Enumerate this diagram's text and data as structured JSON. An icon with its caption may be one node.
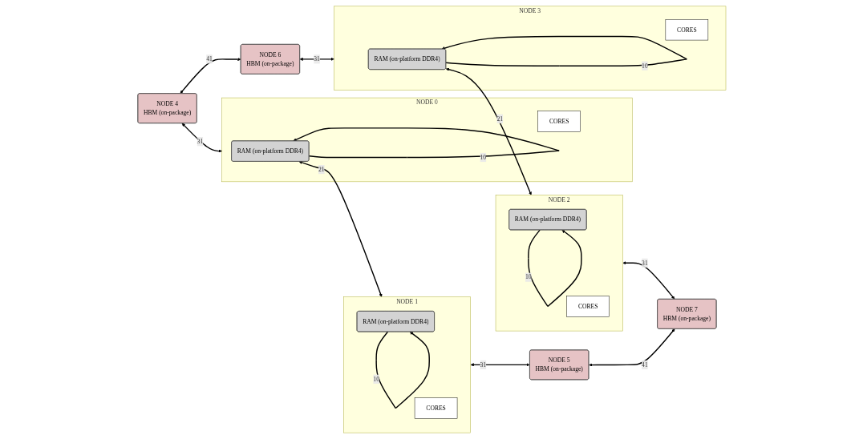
{
  "diagram": {
    "nodes": [
      {
        "text": [
          "NODE 4",
          "HBM (on-package)"
        ]
      },
      {
        "text": [
          "NODE 0"
        ]
      },
      {
        "text": [
          "RAM (on-platform DDR4)"
        ],
        "in": 1
      },
      {
        "text": [
          "CORES"
        ],
        "in": 1
      },
      {
        "text": [
          "NODE 1"
        ]
      },
      {
        "text": [
          "RAM (on-platform DDR4)"
        ],
        "in": 4
      },
      {
        "text": [
          "CORES"
        ],
        "in": 4
      },
      {
        "text": [
          "NODE 5",
          "HBM (on-package)"
        ]
      },
      {
        "text": [
          "NODE 6",
          "HBM (on-package)"
        ]
      },
      {
        "text": [
          "NODE 3"
        ]
      },
      {
        "text": [
          "RAM (on-platform DDR4)"
        ],
        "in": 9
      },
      {
        "text": [
          "CORES"
        ],
        "in": 9
      },
      {
        "text": [
          "NODE 2"
        ]
      },
      {
        "text": [
          "RAM (on-platform DDR4)"
        ],
        "in": 12
      },
      {
        "text": [
          "CORES"
        ],
        "in": 12
      },
      {
        "text": [
          "NODE 7",
          "HBM (on-package)"
        ]
      }
    ],
    "edges": [
      {
        "from": 2,
        "to": 2,
        "arrow": "to",
        "label": "10"
      },
      {
        "from": 5,
        "to": 5,
        "arrow": "to",
        "label": "10"
      },
      {
        "from": 10,
        "to": 10,
        "arrow": "to",
        "label": "10"
      },
      {
        "from": 13,
        "to": 13,
        "arrow": "to",
        "label": "10"
      },
      {
        "from": 0,
        "to": 1,
        "arrow": "both",
        "label": "31"
      },
      {
        "from": 2,
        "to": 4,
        "arrow": "both",
        "label": "21"
      },
      {
        "from": 4,
        "to": 7,
        "arrow": "both",
        "label": "31"
      },
      {
        "from": 0,
        "to": 8,
        "arrow": "both",
        "label": "41"
      },
      {
        "from": 7,
        "to": 15,
        "arrow": "both",
        "label": "41"
      },
      {
        "from": 8,
        "to": 9,
        "arrow": "both",
        "label": "31"
      },
      {
        "from": 10,
        "to": 12,
        "arrow": "both",
        "label": "21"
      },
      {
        "from": 12,
        "to": 15,
        "arrow": "both",
        "label": "31"
      }
    ]
  }
}
